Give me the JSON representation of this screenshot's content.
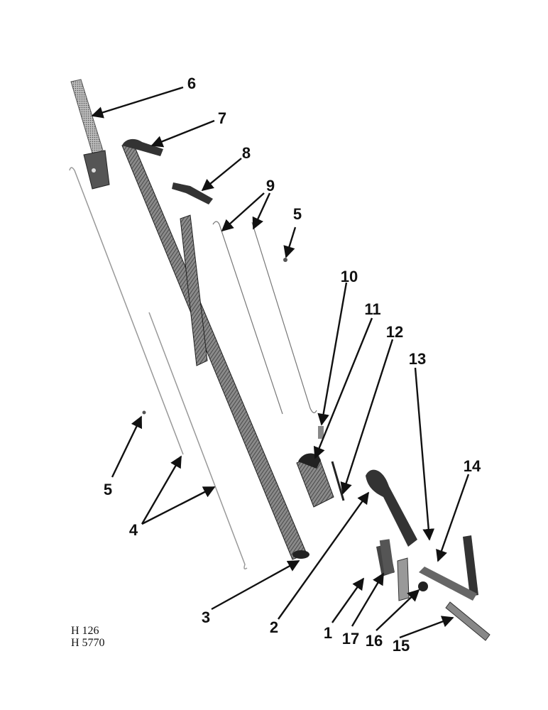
{
  "callouts": {
    "n1": "1",
    "n2": "2",
    "n3": "3",
    "n4": "4",
    "n5a": "5",
    "n5b": "5",
    "n6": "6",
    "n7": "7",
    "n8": "8",
    "n9": "9",
    "n10": "10",
    "n11": "11",
    "n12": "12",
    "n13": "13",
    "n14": "14",
    "n15": "15",
    "n16": "16",
    "n17": "17"
  },
  "reference": {
    "line1": "H 126",
    "line2": "H 5770"
  }
}
